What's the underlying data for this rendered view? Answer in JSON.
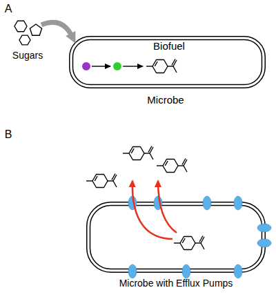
{
  "diagram": {
    "nodes": [
      {
        "text": [
          "Biofuel",
          "Microbe"
        ]
      },
      {
        "text": [
          "Microbe with Efflux Pumps"
        ]
      }
    ],
    "labels": [
      "A",
      "Sugars",
      "B"
    ]
  }
}
